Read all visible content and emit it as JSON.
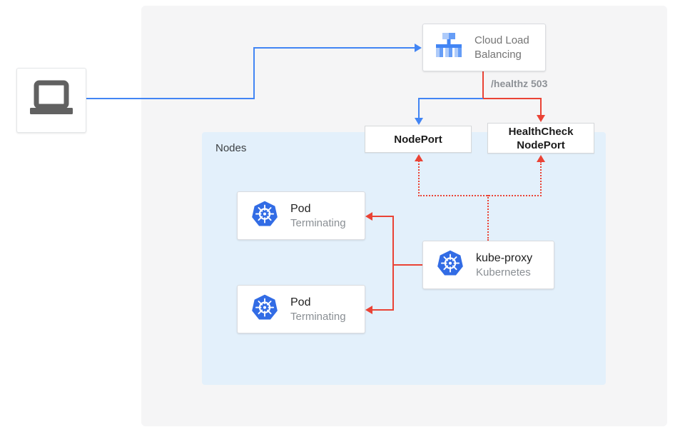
{
  "diagram": {
    "nodes_panel": {
      "label": "Nodes"
    },
    "client": {
      "icon": "laptop-icon"
    },
    "cloud_load_balancing": {
      "icon": "cloud-load-balancing-icon",
      "title_line1": "Cloud Load",
      "title_line2": "Balancing"
    },
    "healthz_label": "/healthz 503",
    "nodeport": {
      "label": "NodePort"
    },
    "healthcheck_nodeport": {
      "line1": "HealthCheck",
      "line2": "NodePort"
    },
    "pods": [
      {
        "icon": "kubernetes-icon",
        "title": "Pod",
        "subtitle": "Terminating"
      },
      {
        "icon": "kubernetes-icon",
        "title": "Pod",
        "subtitle": "Terminating"
      }
    ],
    "kube_proxy": {
      "icon": "kubernetes-icon",
      "title": "kube-proxy",
      "subtitle": "Kubernetes"
    },
    "colors": {
      "traffic_blue": "#4285F4",
      "error_red": "#EA4335",
      "outer_panel": "#F5F5F6",
      "nodes_panel": "#E3F0FB",
      "card_border": "#DADCE0",
      "title_text": "#212121",
      "subtitle_text": "#8A8F94",
      "kubernetes_blue": "#326CE5"
    }
  }
}
